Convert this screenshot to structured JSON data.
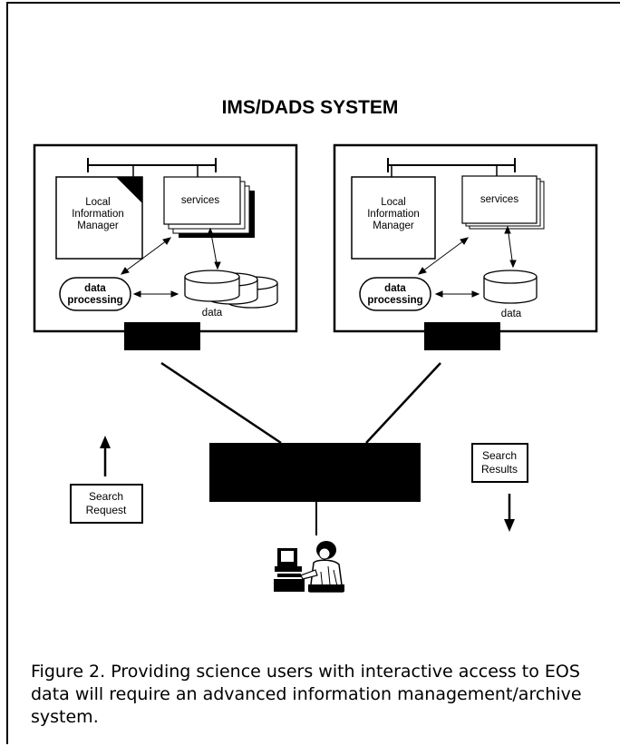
{
  "diagram": {
    "title": "IMS/DADS SYSTEM",
    "left_node": {
      "manager_line1": "Local",
      "manager_line2": "Information",
      "manager_line3": "Manager",
      "services": "services",
      "processing_line1": "data",
      "processing_line2": "processing",
      "data": "data"
    },
    "right_node": {
      "manager_line1": "Local",
      "manager_line2": "Information",
      "manager_line3": "Manager",
      "services": "services",
      "processing_line1": "data",
      "processing_line2": "processing",
      "data": "data"
    },
    "search_request_line1": "Search",
    "search_request_line2": "Request",
    "search_results_line1": "Search",
    "search_results_line2": "Results",
    "user_icon": "scientist-at-terminal-icon"
  },
  "caption": "Figure 2. Providing science users with interactive access to EOS data will require an advanced information management/archive system."
}
